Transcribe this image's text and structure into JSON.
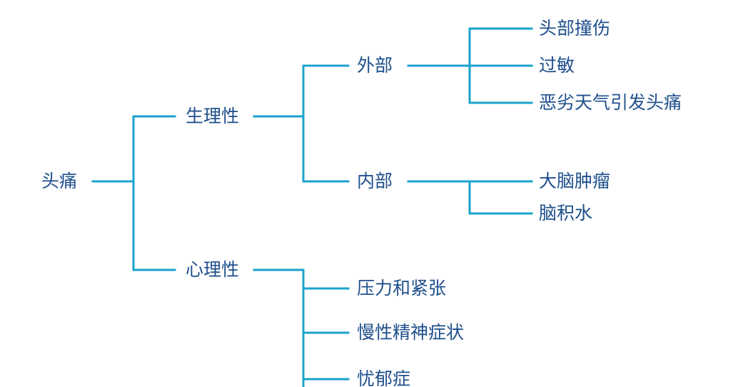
{
  "colors": {
    "line": "#1aa3cc",
    "text": "#1f4f8c"
  },
  "tree": {
    "root": "头痛",
    "physiological": {
      "label": "生理性",
      "external": {
        "label": "外部",
        "children": [
          "头部撞伤",
          "过敏",
          "恶劣天气引发头痛"
        ]
      },
      "internal": {
        "label": "内部",
        "children": [
          "大脑肿瘤",
          "脑积水"
        ]
      }
    },
    "psychological": {
      "label": "心理性",
      "children": [
        "压力和紧张",
        "慢性精神症状",
        "忧郁症"
      ]
    }
  }
}
